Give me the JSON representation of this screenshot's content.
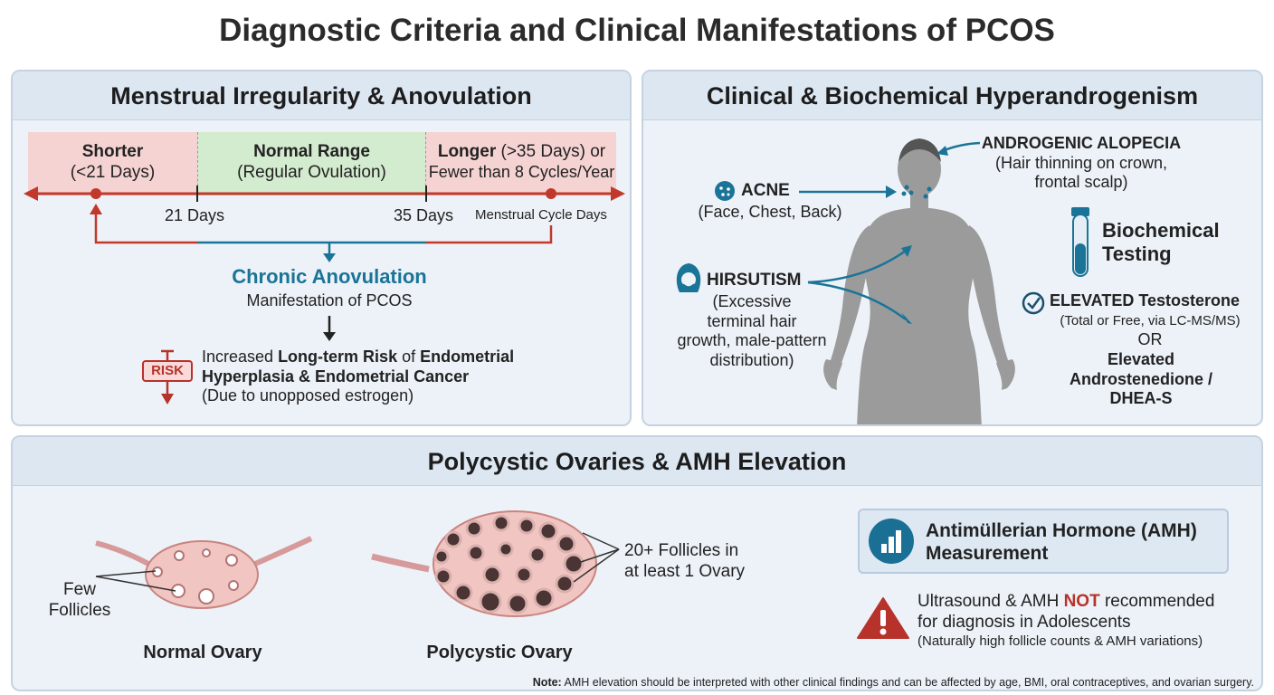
{
  "title": "Diagnostic Criteria and Clinical Manifestations of PCOS",
  "panel_menstrual": {
    "heading": "Menstrual Irregularity & Anovulation",
    "zone_short": {
      "title": "Shorter",
      "sub": "(<21 Days)"
    },
    "zone_normal": {
      "title": "Normal Range",
      "sub": "(Regular Ovulation)"
    },
    "zone_long": {
      "title_bold": "Longer",
      "title_rest": " (>35 Days) or",
      "sub": "Fewer than 8 Cycles/Year"
    },
    "tick_21": "21 Days",
    "tick_35": "35 Days",
    "axis_label": "Menstrual Cycle Days",
    "anovulation_title": "Chronic Anovulation",
    "anovulation_sub": "Manifestation of PCOS",
    "risk_badge": "RISK",
    "risk_line1_a": "Increased ",
    "risk_line1_b": "Long-term Risk",
    "risk_line1_c": " of ",
    "risk_line1_d": "Endometrial",
    "risk_line2": "Hyperplasia & Endometrial Cancer",
    "risk_line3": "(Due to unopposed estrogen)",
    "colors": {
      "short": "#f6d3d3",
      "normal": "#d3ebce",
      "long": "#f6d3d3",
      "axis": "#c0392b",
      "flow": "#1a7497"
    }
  },
  "panel_hyper": {
    "heading": "Clinical & Biochemical Hyperandrogenism",
    "alopecia_title": "ANDROGENIC ALOPECIA",
    "alopecia_sub1": "(Hair thinning on crown,",
    "alopecia_sub2": "frontal scalp)",
    "acne_title": "ACNE",
    "acne_sub": "(Face, Chest, Back)",
    "hirsutism_title": "HIRSUTISM",
    "hirsutism_sub1": "(Excessive",
    "hirsutism_sub2": "terminal hair",
    "hirsutism_sub3": "growth, male-pattern",
    "hirsutism_sub4": "distribution)",
    "testing_title1": "Biochemical",
    "testing_title2": "Testing",
    "testosterone_title": "ELEVATED Testosterone",
    "testosterone_sub": "(Total or Free, via LC-MS/MS)",
    "or_label": "OR",
    "andro1": "Elevated",
    "andro2": "Androstenedione /",
    "andro3": "DHEA-S"
  },
  "panel_ovary": {
    "heading": "Polycystic Ovaries & AMH Elevation",
    "few_label1": "Few",
    "few_label2": "Follicles",
    "normal_ovary": "Normal Ovary",
    "poly_ovary": "Polycystic Ovary",
    "follicles_label1": "20+ Follicles in",
    "follicles_label2": "at least 1 Ovary",
    "amh_title1": "Antimüllerian Hormone (AMH)",
    "amh_title2": "Measurement",
    "warn_a": "Ultrasound & AMH ",
    "warn_not": "NOT",
    "warn_b": " recommended",
    "warn_line2": "for diagnosis in Adolescents",
    "warn_line3": "(Naturally high follicle counts & AMH variations)",
    "note_label": "Note:",
    "note_text": " AMH elevation should be interpreted with other clinical findings and can be affected by age, BMI, oral contraceptives, and ovarian surgery."
  }
}
